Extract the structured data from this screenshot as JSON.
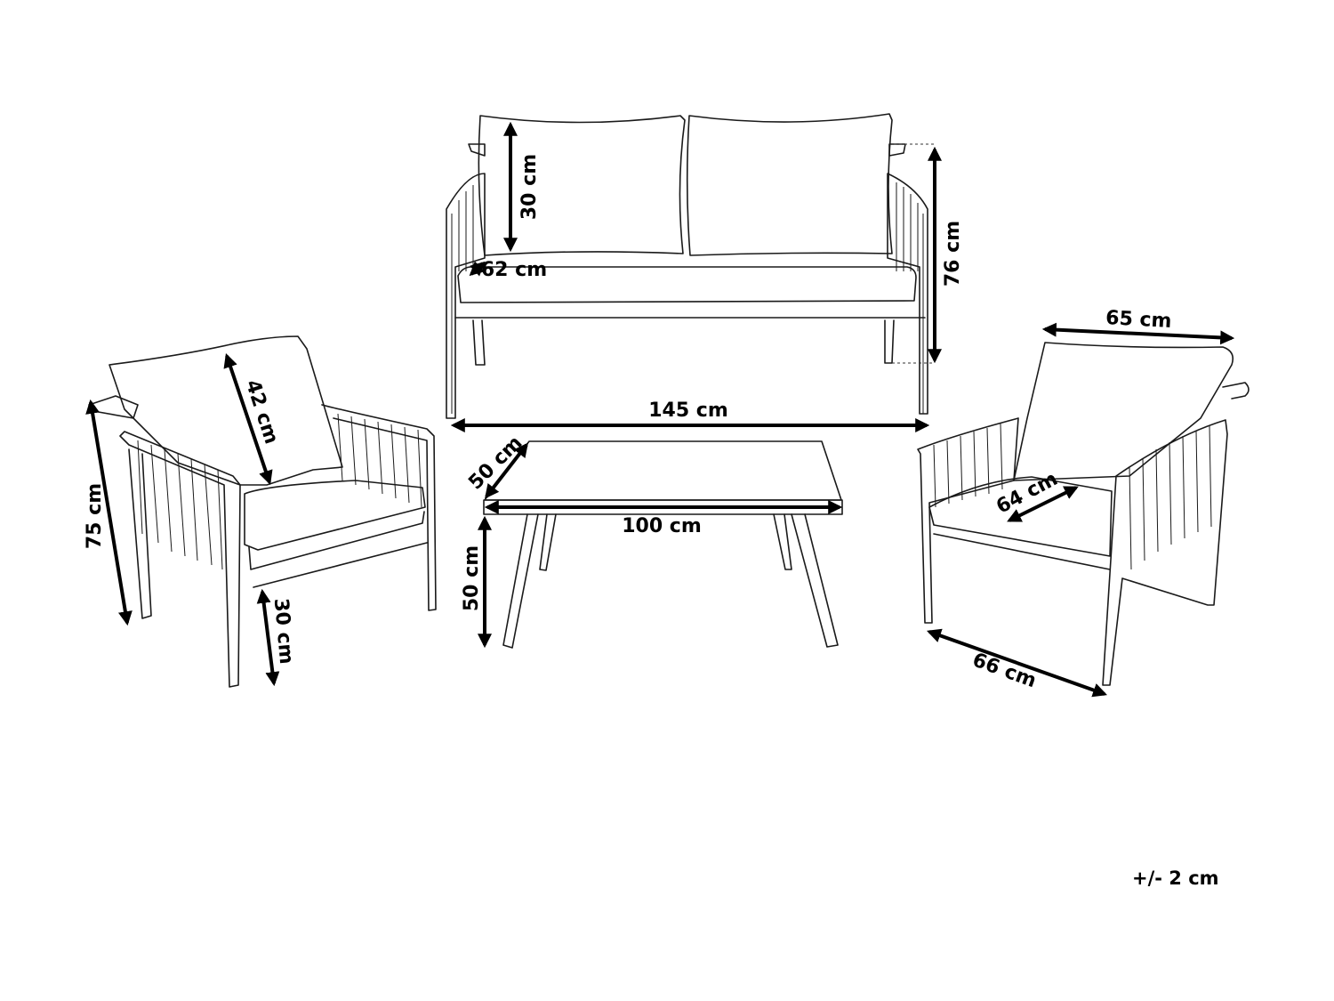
{
  "diagram": {
    "type": "furniture-dimension-drawing",
    "items": {
      "sofa": {
        "width": "145 cm",
        "height": "76 cm",
        "seat_depth": "62 cm",
        "back_cushion_height": "30 cm"
      },
      "armchair_left": {
        "height": "75 cm",
        "back_cushion_height": "42 cm",
        "seat_height": "30 cm"
      },
      "armchair_right": {
        "width": "65 cm",
        "depth": "66 cm",
        "seat_depth": "64 cm"
      },
      "coffee_table": {
        "width": "100 cm",
        "depth": "50 cm",
        "height": "50 cm"
      }
    },
    "tolerance": "+/- 2 cm"
  }
}
